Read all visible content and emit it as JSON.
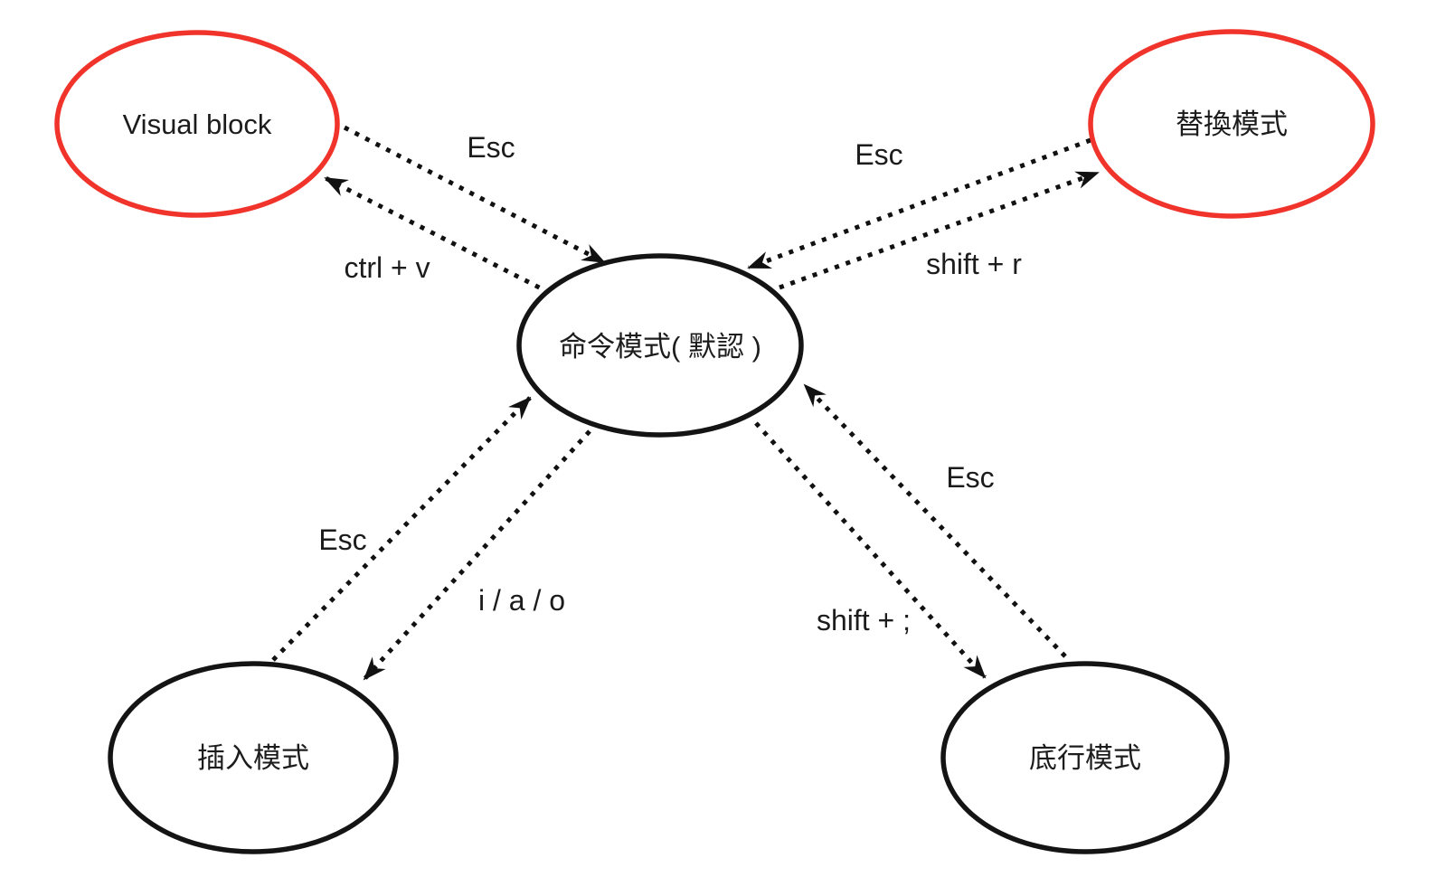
{
  "diagram": {
    "nodes": [
      {
        "id": "visual-block",
        "label": "Visual block",
        "stroke": "red"
      },
      {
        "id": "replace-mode",
        "label": "替換模式",
        "stroke": "red"
      },
      {
        "id": "command-mode",
        "label": "命令模式( 默認 )",
        "stroke": "black"
      },
      {
        "id": "insert-mode",
        "label": "插入模式",
        "stroke": "black"
      },
      {
        "id": "last-line-mode",
        "label": "底行模式",
        "stroke": "black"
      }
    ],
    "edges": [
      {
        "id": "visualblock-to-command",
        "from": "visual-block",
        "to": "command-mode",
        "label": "Esc"
      },
      {
        "id": "command-to-visualblock",
        "from": "command-mode",
        "to": "visual-block",
        "label": "ctrl + v"
      },
      {
        "id": "replace-to-command",
        "from": "replace-mode",
        "to": "command-mode",
        "label": "Esc"
      },
      {
        "id": "command-to-replace",
        "from": "command-mode",
        "to": "replace-mode",
        "label": "shift + r"
      },
      {
        "id": "insert-to-command",
        "from": "insert-mode",
        "to": "command-mode",
        "label": "Esc"
      },
      {
        "id": "command-to-insert",
        "from": "command-mode",
        "to": "insert-mode",
        "label": "i / a / o"
      },
      {
        "id": "command-to-lastline",
        "from": "command-mode",
        "to": "last-line-mode",
        "label": "shift + ;"
      },
      {
        "id": "lastline-to-command",
        "from": "last-line-mode",
        "to": "command-mode",
        "label": "Esc"
      }
    ]
  },
  "colors": {
    "red": "#f0342b",
    "black": "#141414",
    "text": "#1c1c1c",
    "background": "#ffffff"
  }
}
